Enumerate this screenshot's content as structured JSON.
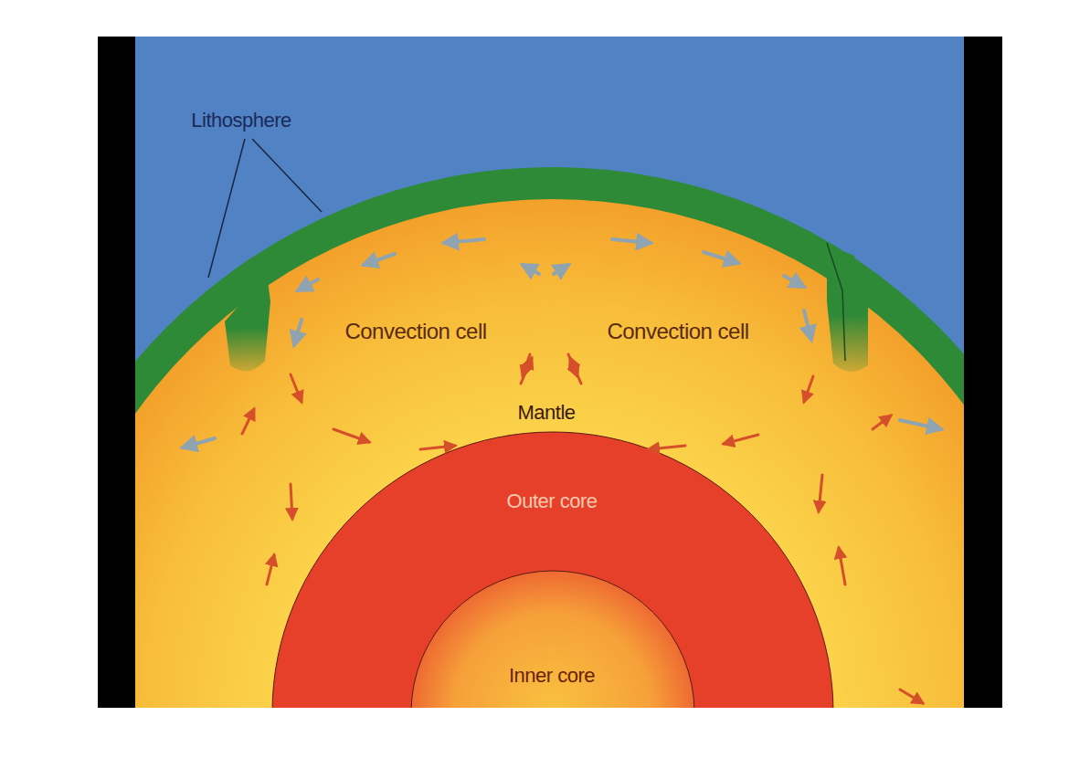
{
  "diagram": {
    "labels": [
      "Lithosphere",
      "Convection cell",
      "Convection cell",
      "Mantle",
      "Outer core",
      "Inner core"
    ]
  }
}
